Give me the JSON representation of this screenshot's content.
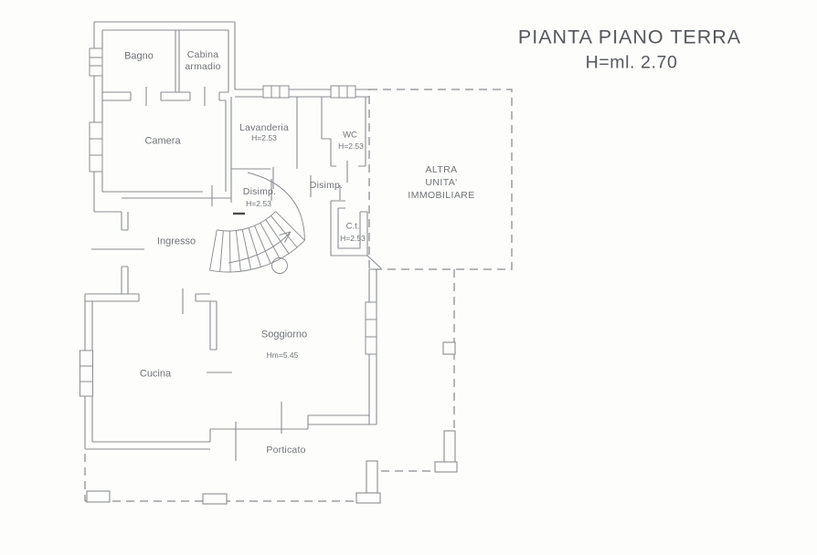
{
  "title": {
    "line1": "PIANTA PIANO TERRA",
    "line2": "H=ml. 2.70"
  },
  "rooms": {
    "bagno": {
      "label": "Bagno"
    },
    "cabina": {
      "line1": "Cabina",
      "line2": "armadio"
    },
    "camera": {
      "label": "Camera"
    },
    "lavanderia": {
      "label": "Lavanderia",
      "height": "H=2.53"
    },
    "wc": {
      "label": "WC",
      "height": "H=2.53"
    },
    "disimp1": {
      "label": "Disimp.",
      "height": "H=2.53"
    },
    "disimp2": {
      "label": "Disimp."
    },
    "ct": {
      "label": "C.t.",
      "height": "H=2.53"
    },
    "ingresso": {
      "label": "Ingresso"
    },
    "soggiorno": {
      "label": "Soggiorno",
      "height": "Hm=5.45"
    },
    "cucina": {
      "label": "Cucina"
    },
    "porticato": {
      "label": "Porticato"
    },
    "altra_unita": {
      "line1": "ALTRA",
      "line2": "UNITA'",
      "line3": "IMMOBILIARE"
    }
  },
  "colors": {
    "line": "#8a8d92",
    "text": "#6f7378",
    "title": "#54585d",
    "background": "#fdfdfb",
    "dark_tick": "#4a4c4f"
  }
}
